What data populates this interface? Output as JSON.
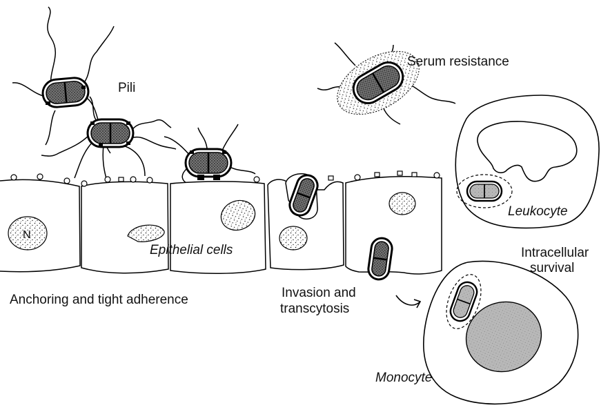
{
  "labels": {
    "pili": "Pili",
    "serum_resistance": "Serum resistance",
    "leukocyte": "Leukocyte",
    "intracellular_survival_line1": "Intracellular",
    "intracellular_survival_line2": "survival",
    "epithelial_cells": "Epithelial cells",
    "anchoring": "Anchoring and tight adherence",
    "invasion_line1": "Invasion and",
    "invasion_line2": "transcytosis",
    "monocyte": "Monocyte",
    "nucleus": "N"
  }
}
